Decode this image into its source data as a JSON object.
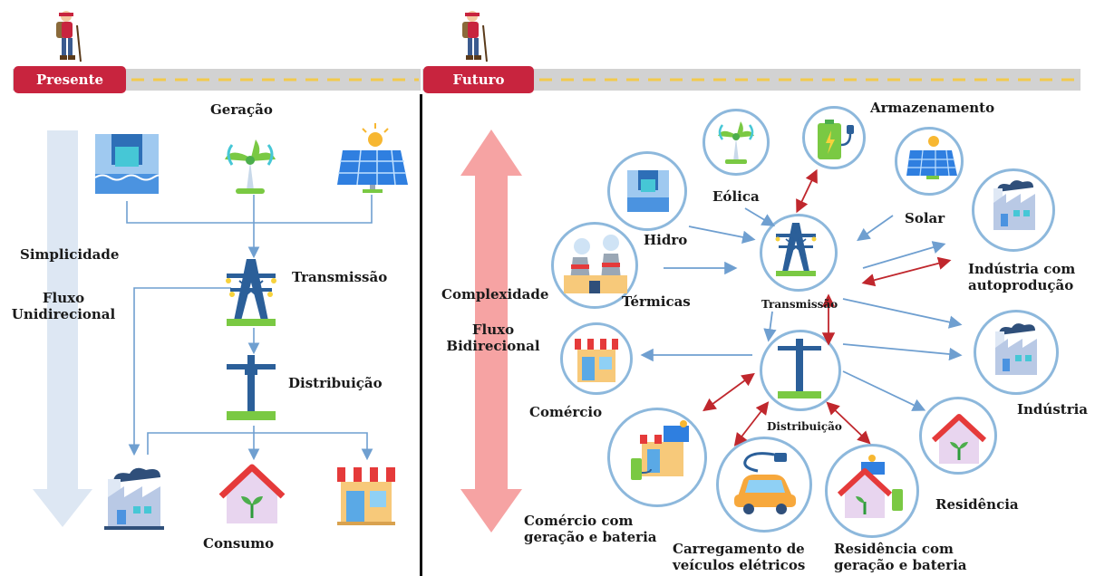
{
  "present": {
    "badge": "Presente",
    "title_generation": "Geração",
    "simplicity": "Simplicidade",
    "flow": [
      "Fluxo",
      "Unidirecional"
    ],
    "transmission": "Transmissão",
    "distribution": "Distribuição",
    "consumption": "Consumo"
  },
  "future": {
    "badge": "Futuro",
    "complexity": "Complexidade",
    "flow": [
      "Fluxo",
      "Bidirecional"
    ],
    "storage": "Armazenamento",
    "wind": "Eólica",
    "hydro": "Hidro",
    "thermal": "Térmicas",
    "solar": "Solar",
    "transmission": "Transmissão",
    "distribution": "Distribuição",
    "industry_self": [
      "Indústria com",
      "autoprodução"
    ],
    "industry": "Indústria",
    "commerce": "Comércio",
    "commerce_gen": [
      "Comércio com",
      "geração e bateria"
    ],
    "ev_charging": [
      "Carregamento de",
      "veículos elétricos"
    ],
    "residence_gen": [
      "Residência com",
      "geração e bateria"
    ],
    "residence": "Residência"
  },
  "colors": {
    "badge": "#c8243e",
    "road": "#d2d2d2",
    "road_dash": "#f2c94c",
    "present_arrow": "#dde7f3",
    "future_arrow": "#f6a3a3",
    "flow_line": "#6f9fd0",
    "bidir_arrow": "#c0272d",
    "circle": "#8db8dc"
  }
}
